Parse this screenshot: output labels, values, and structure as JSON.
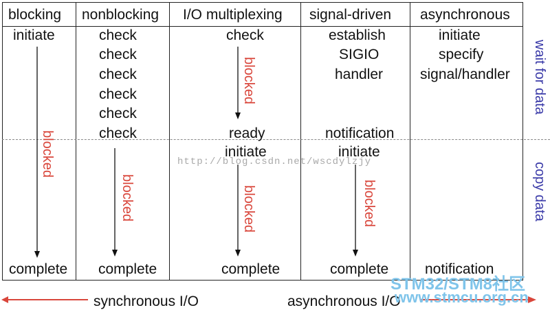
{
  "columns": {
    "blocking": {
      "header": "blocking",
      "lines": [
        "initiate"
      ],
      "blocked": "blocked",
      "end": "complete"
    },
    "nonblocking": {
      "header": "nonblocking",
      "lines": [
        "check",
        "check",
        "check",
        "check",
        "check",
        "check"
      ],
      "blocked": "blocked",
      "end": "complete"
    },
    "multiplexing": {
      "header": "I/O multiplexing",
      "start": "check",
      "blocked1": "blocked",
      "ready": "ready",
      "initiate": "initiate",
      "blocked2": "blocked",
      "end": "complete"
    },
    "signal": {
      "header": "signal-driven",
      "lines": [
        "establish",
        "SIGIO",
        "handler"
      ],
      "notification": "notification",
      "initiate": "initiate",
      "blocked": "blocked",
      "end": "complete"
    },
    "async": {
      "header": "asynchronous",
      "lines": [
        "initiate",
        "specify",
        "signal/handler"
      ],
      "end": "notification"
    }
  },
  "side_labels": {
    "wait": "wait for data",
    "copy": "copy data"
  },
  "footer": {
    "sync": "synchronous I/O",
    "async": "asynchronous I/O"
  },
  "watermark": "http://blog.csdn.net/wscdylzjy",
  "brand": {
    "line1": "STM32/STM8社区",
    "line2": "www.stmcu.org.cn"
  },
  "colors": {
    "blocked": "#d9463b",
    "side": "#3a3aa8",
    "arrow_footer": "#d9463b",
    "brand": "#7fc4ea"
  }
}
